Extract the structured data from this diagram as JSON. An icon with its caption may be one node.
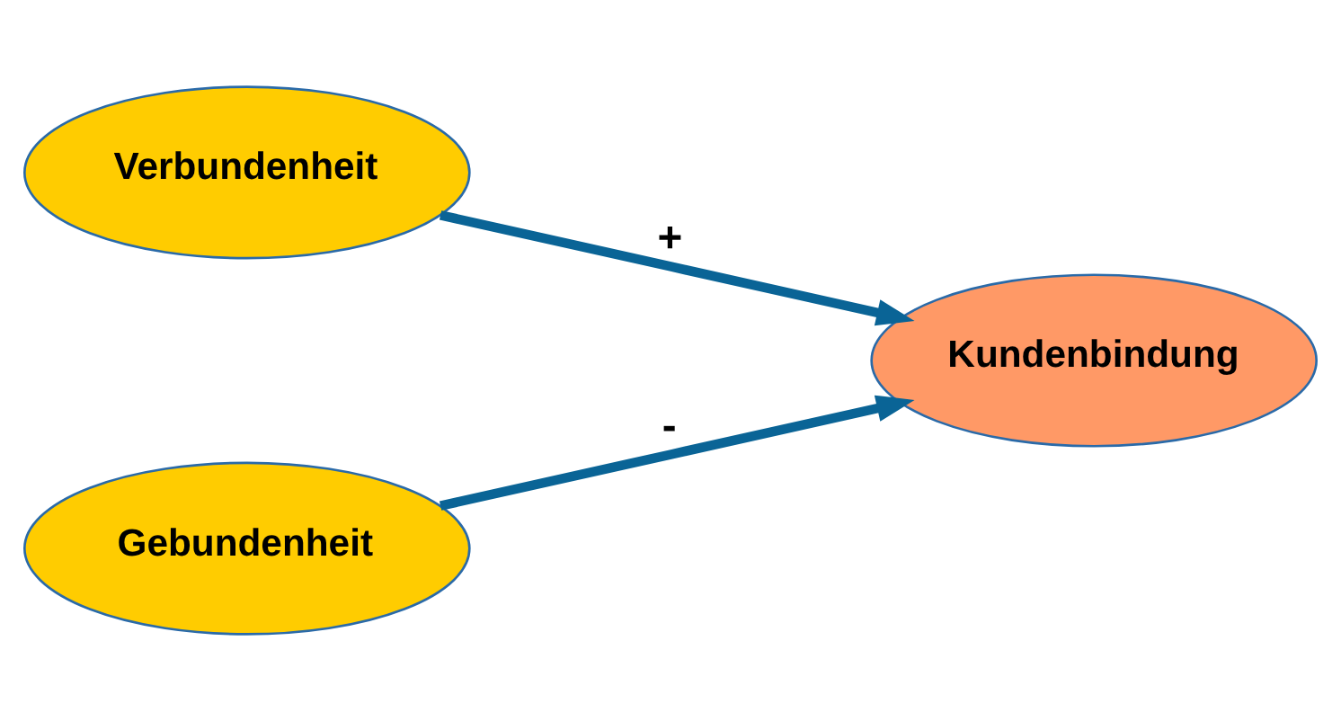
{
  "diagram": {
    "nodes": [
      {
        "text": [
          "Verbundenheit"
        ]
      },
      {
        "text": [
          "Kundenbindung"
        ]
      },
      {
        "text": [
          "Gebundenheit"
        ]
      }
    ],
    "edges": [
      {
        "from": 0,
        "to": 1,
        "arrow": "to",
        "label": "+"
      },
      {
        "from": 2,
        "to": 1,
        "arrow": "to",
        "label": "-"
      }
    ]
  }
}
